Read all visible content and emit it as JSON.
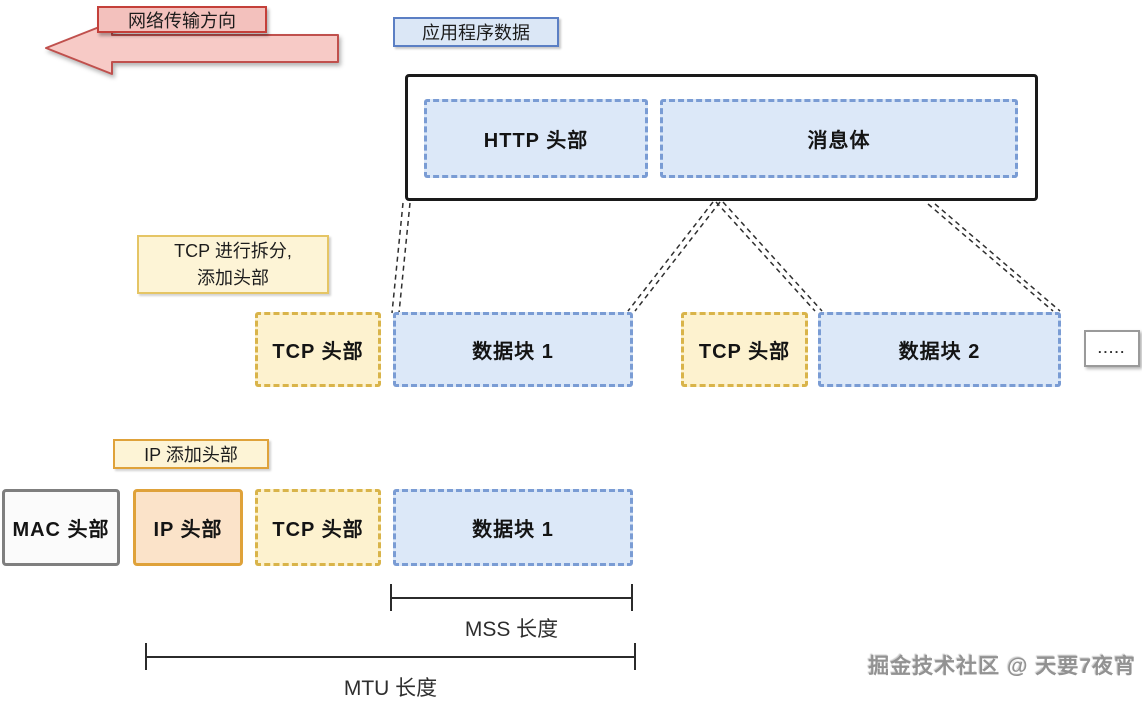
{
  "header": {
    "arrow_label": "网络传输方向"
  },
  "application_layer": {
    "label": "应用程序数据",
    "http_header": "HTTP 头部",
    "message_body": "消息体"
  },
  "tcp_layer": {
    "note_line1": "TCP 进行拆分,",
    "note_line2": "添加头部",
    "tcp_header_1": "TCP 头部",
    "data_block_1": "数据块 1",
    "tcp_header_2": "TCP 头部",
    "data_block_2": "数据块 2",
    "ellipsis": "....."
  },
  "ip_layer": {
    "note": "IP 添加头部",
    "mac_header": "MAC 头部",
    "ip_header": "IP 头部",
    "tcp_header": "TCP 头部",
    "data_block": "数据块 1"
  },
  "measurements": {
    "mss_label": "MSS 长度",
    "mtu_label": "MTU 长度"
  },
  "watermark": "掘金技术社区 @ 天要7夜宵",
  "colors": {
    "pink_fill": "#f7cac6",
    "pink_label_fill": "#f3c1bd",
    "label_red_border": "#c4403a",
    "red_border": "#c0504d",
    "blue_label_fill": "#dbe7f6",
    "blue_label_border": "#5b7fc4",
    "blue_fill": "#dce8f8",
    "blue_dash": "#7a9cd4",
    "yellow_fill": "#fdf2cf",
    "yellow_dash": "#d9b44a",
    "note_yellow_fill": "#fdf4d6",
    "note_yellow_border": "#e5c565",
    "orange_border": "#dfa23a",
    "peach_fill": "#fbe3c9",
    "gray_border": "#7f7f7f",
    "box_black": "#1a1a1a",
    "watermark_gray": "#929292"
  }
}
